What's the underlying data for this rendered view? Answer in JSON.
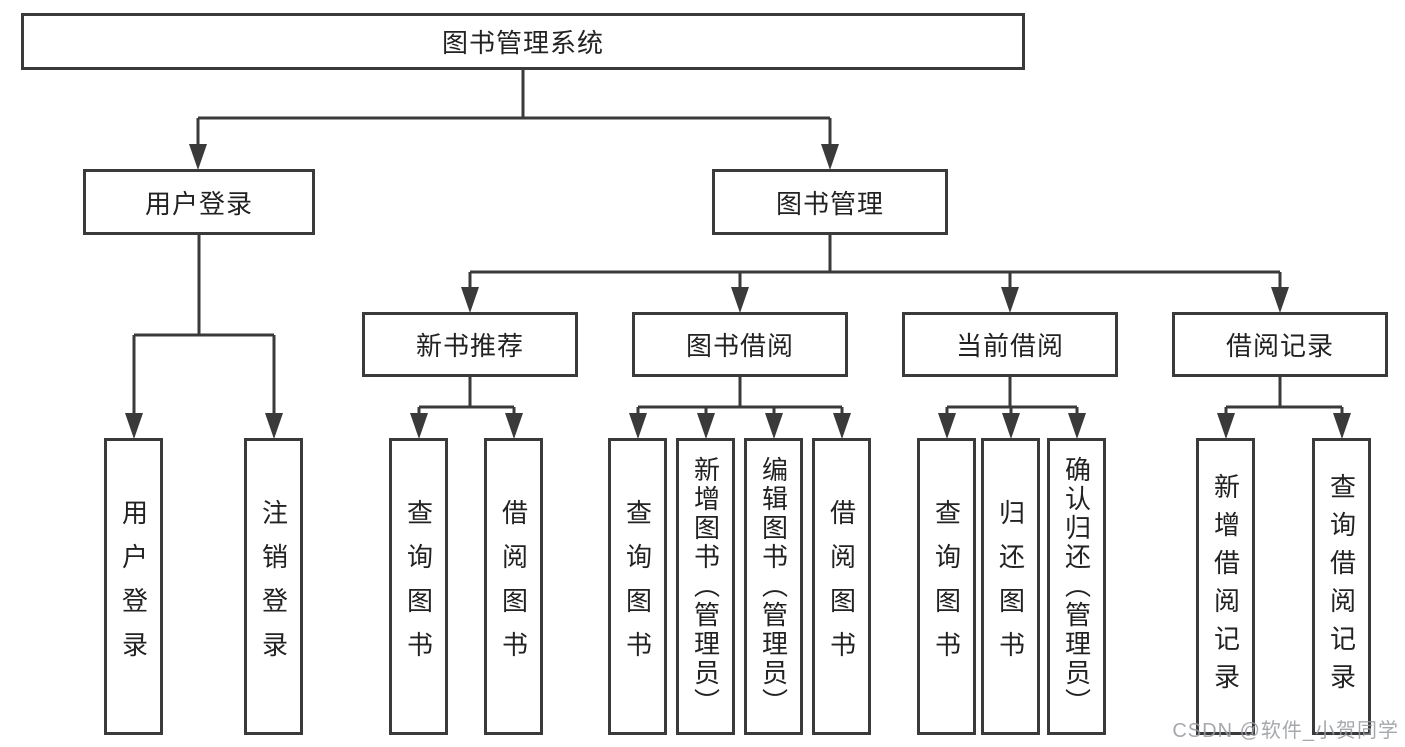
{
  "root": {
    "label": "图书管理系统"
  },
  "login_branch": {
    "label": "用户登录",
    "children": [
      {
        "label": "用户登录"
      },
      {
        "label": "注销登录"
      }
    ]
  },
  "mgmt_branch": {
    "label": "图书管理",
    "sections": [
      {
        "label": "新书推荐",
        "children": [
          {
            "label": "查询图书"
          },
          {
            "label": "借阅图书"
          }
        ]
      },
      {
        "label": "图书借阅",
        "children": [
          {
            "label": "查询图书"
          },
          {
            "label": "新增图书（管理员）"
          },
          {
            "label": "编辑图书（管理员）"
          },
          {
            "label": "借阅图书"
          }
        ]
      },
      {
        "label": "当前借阅",
        "children": [
          {
            "label": "查询图书"
          },
          {
            "label": "归还图书"
          },
          {
            "label": "确认归还（管理员）"
          }
        ]
      },
      {
        "label": "借阅记录",
        "children": [
          {
            "label": "新增借阅记录"
          },
          {
            "label": "查询借阅记录"
          }
        ]
      }
    ]
  },
  "watermark": "CSDN @软件_小贺同学",
  "colors": {
    "line": "#3a3a3a",
    "box_border": "#3a3a3a",
    "box_bg": "#ffffff",
    "text": "#222222",
    "watermark_text": "#9b9ea3",
    "background": "#ffffff"
  }
}
